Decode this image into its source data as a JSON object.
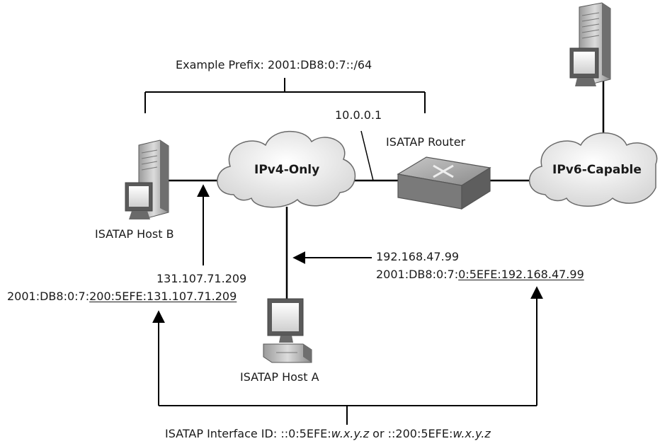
{
  "prefix_label": "Example Prefix: 2001:DB8:0:7::/64",
  "router_ipv4": "10.0.0.1",
  "router_label": "ISATAP Router",
  "cloud_ipv4": "IPv4-Only",
  "cloud_ipv6": "IPv6-Capable",
  "host_b": {
    "label": "ISATAP Host B",
    "ipv4": "131.107.71.209",
    "ipv6_prefix": "2001:DB8:0:7:",
    "ipv6_iid": "200:5EFE:131.107.71.209"
  },
  "host_a": {
    "label": "ISATAP Host A",
    "ipv4": "192.168.47.99",
    "ipv6_prefix": "2001:DB8:0:7:",
    "ipv6_iid": "0:5EFE:192.168.47.99"
  },
  "interface_id": {
    "prefix": "ISATAP Interface ID: ::0:5EFE:",
    "var1": "w.x.y.z",
    "middle": " or  ::200:5EFE:",
    "var2": "w.x.y.z"
  }
}
